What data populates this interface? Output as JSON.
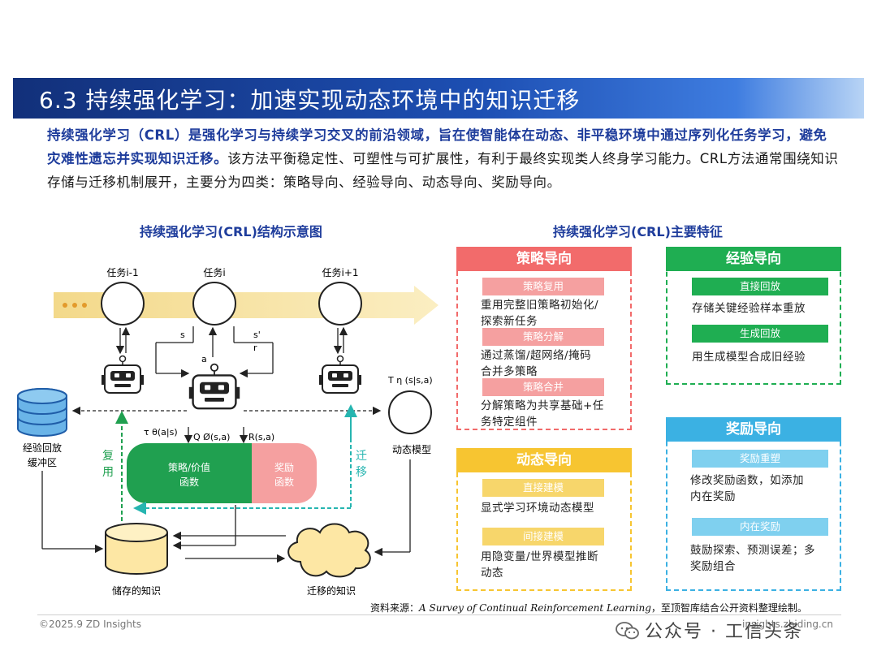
{
  "title": "6.3 持续强化学习：加速实现动态环境中的知识迁移",
  "intro": {
    "highlight": "持续强化学习（CRL）是强化学习与持续学习交叉的前沿领域，旨在使智能体在动态、非平稳环境中通过序列化任务学习，避免灾难性遗忘并实现知识迁移。",
    "body": "该方法平衡稳定性、可塑性与可扩展性，有利于最终实现类人终身学习能力。CRL方法通常围绕知识存储与迁移机制展开，主要分为四类：策略导向、经验导向、动态导向、奖励导向。"
  },
  "diagram": {
    "title": "持续强化学习(CRL)结构示意图",
    "task_prev": "任务i-1",
    "task_cur": "任务i",
    "task_next": "任务i+1",
    "s": "s",
    "s_prime": "s'",
    "r": "r",
    "a": "a",
    "tau": "τ θ(a|s)",
    "q": "Q Ø(s,a)",
    "rsa": "R(s,a)",
    "t_eta": "T η (s|s,a)",
    "policy_fn": "策略/价值\n函数",
    "reward_fn": "奖励\n函数",
    "replay_buffer": "经验回放\n缓冲区",
    "reuse": "复\n用",
    "transfer": "迁\n移",
    "dynamics_model": "动态模型",
    "stored_knowledge": "储存的知识",
    "transferred_knowledge": "迁移的知识"
  },
  "features": {
    "title": "持续强化学习(CRL)主要特征",
    "policy": {
      "head": "策略导向",
      "items": [
        {
          "pill": "策略复用",
          "text": "重用完整旧策略初始化/\n探索新任务"
        },
        {
          "pill": "策略分解",
          "text": "通过蒸馏/超网络/掩码\n合并多策略"
        },
        {
          "pill": "策略合并",
          "text": "分解策略为共享基础+任\n务特定组件"
        }
      ]
    },
    "experience": {
      "head": "经验导向",
      "items": [
        {
          "pill": "直接回放",
          "text": "存储关键经验样本重放"
        },
        {
          "pill": "生成回放",
          "text": "用生成模型合成旧经验"
        }
      ]
    },
    "dynamic": {
      "head": "动态导向",
      "items": [
        {
          "pill": "直接建模",
          "text": "显式学习环境动态模型"
        },
        {
          "pill": "间接建模",
          "text": "用隐变量/世界模型推断\n动态"
        }
      ]
    },
    "reward": {
      "head": "奖励导向",
      "items": [
        {
          "pill": "奖励重塑",
          "text": "修改奖励函数，如添加\n内在奖励"
        },
        {
          "pill": "内在奖励",
          "text": "鼓励探索、预测误差；多\n奖励组合"
        }
      ]
    }
  },
  "source": {
    "prefix": "资料来源：",
    "ref": "A Survey of Continual Reinforcement Learning",
    "suffix": "，至顶智库结合公开资料整理绘制。"
  },
  "footer": {
    "copyright": "©2025.9 ZD Insights",
    "site": "insights.zhiding.cn",
    "watermark": "公众号 · 工信头条"
  },
  "colors": {
    "policy": "#f26b6b",
    "policy_pill": "#f5a0a0",
    "experience": "#1fae52",
    "dynamic": "#f7c531",
    "dynamic_pill": "#f7d66b",
    "reward": "#3bb1e3",
    "reward_pill": "#7fd0ef",
    "green": "#20a050",
    "teal": "#26b5b0"
  }
}
